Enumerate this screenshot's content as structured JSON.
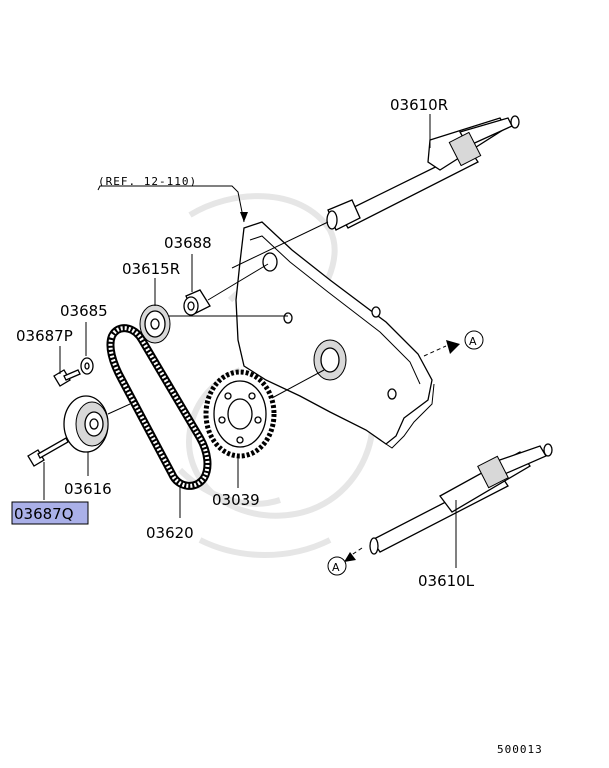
{
  "diagram": {
    "ref_label": "(REF. 12-110)",
    "highlight_color": "#aab0e8",
    "parts": [
      {
        "id": "p-03610R",
        "number": "03610R"
      },
      {
        "id": "p-03688",
        "number": "03688"
      },
      {
        "id": "p-03615R",
        "number": "03615R"
      },
      {
        "id": "p-03685",
        "number": "03685"
      },
      {
        "id": "p-03687P",
        "number": "03687P"
      },
      {
        "id": "p-03616",
        "number": "03616"
      },
      {
        "id": "p-03687Q",
        "number": "03687Q"
      },
      {
        "id": "p-03620",
        "number": "03620"
      },
      {
        "id": "p-03039",
        "number": "03039"
      },
      {
        "id": "p-03610L",
        "number": "03610L"
      }
    ],
    "connector_a": "A",
    "figure_code": "500013"
  }
}
